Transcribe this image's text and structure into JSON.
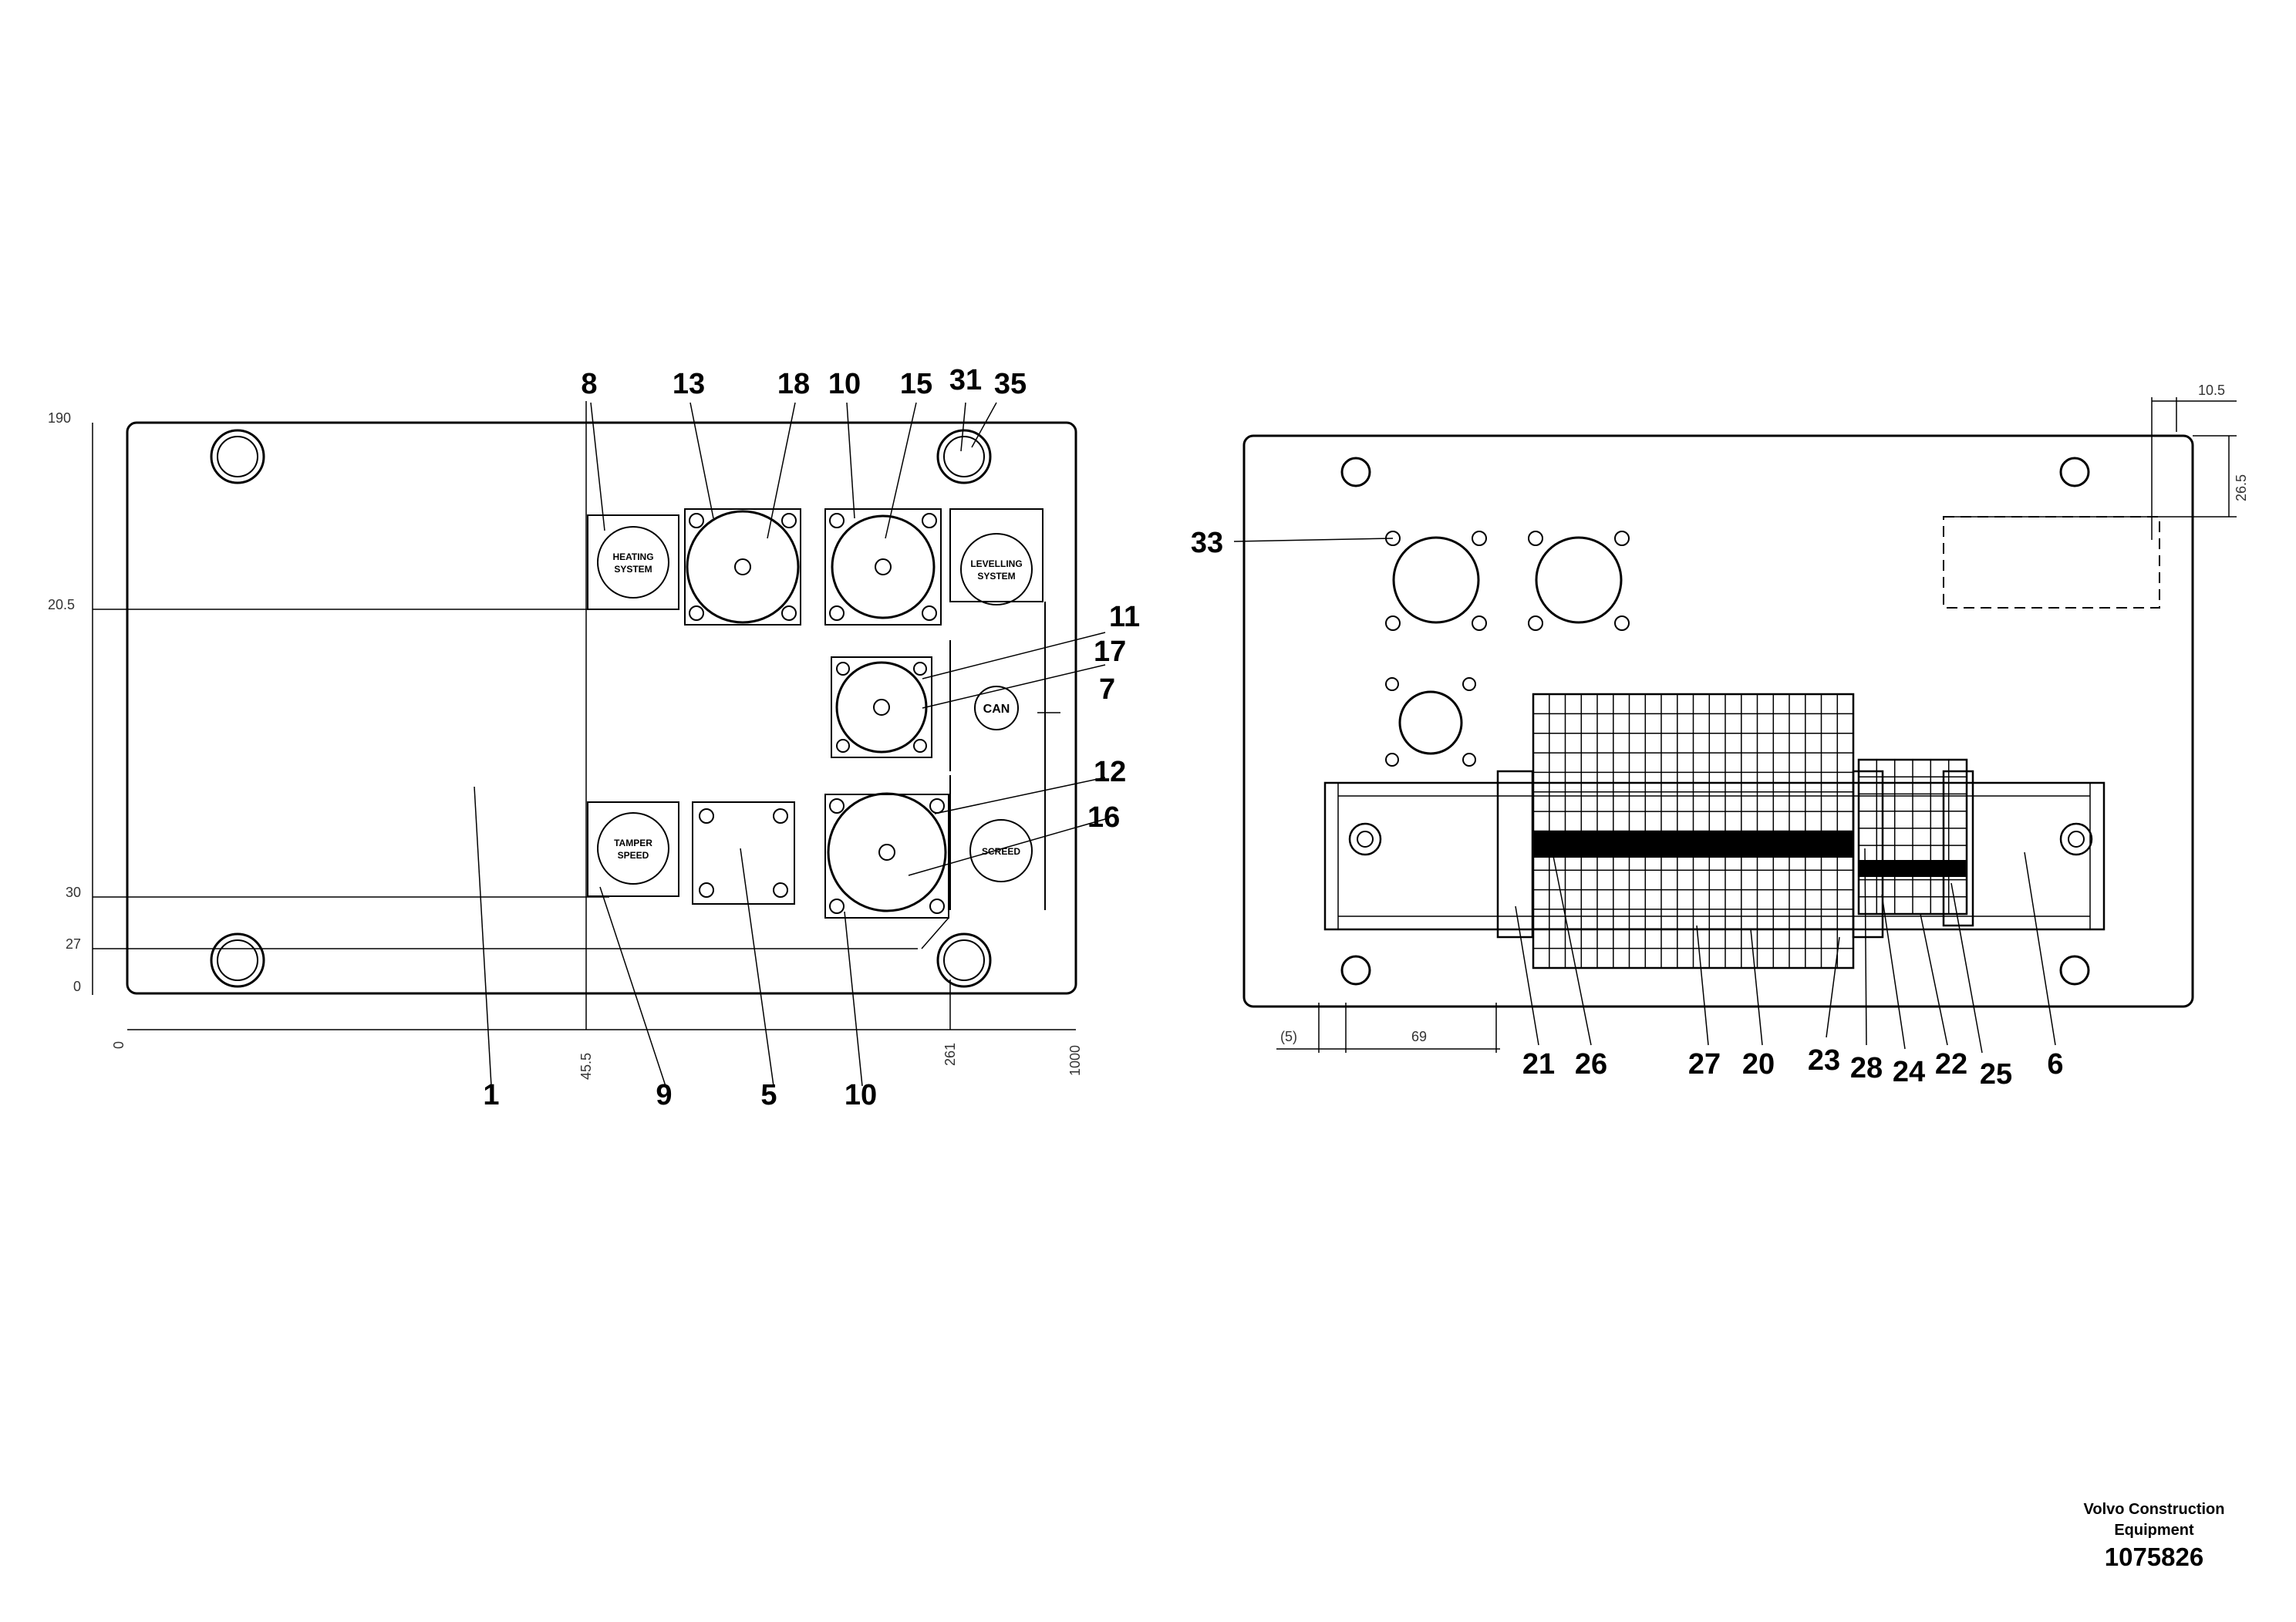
{
  "left_view": {
    "callouts_top": [
      "8",
      "13",
      "18",
      "10",
      "15",
      "31",
      "35"
    ],
    "callouts_right": [
      "11",
      "17",
      "7",
      "12",
      "16"
    ],
    "callouts_bottom": [
      "1",
      "9",
      "5",
      "10"
    ],
    "labels": {
      "heating": [
        "HEATING",
        "SYSTEM"
      ],
      "levelling": [
        "LEVELLING",
        "SYSTEM"
      ],
      "can": "CAN",
      "tamper": [
        "TAMPER",
        "SPEED"
      ],
      "screed": "SCREED"
    },
    "dims_left": [
      "190",
      "20.5",
      "30",
      "27",
      "0"
    ],
    "dims_bottom": [
      "0",
      "45.5",
      "261",
      "1000"
    ]
  },
  "right_view": {
    "callout_left": "33",
    "callouts_bottom": [
      "21",
      "26",
      "27",
      "20",
      "23",
      "28",
      "24",
      "22",
      "25",
      "6"
    ],
    "dims_top": [
      "10.5",
      "26.5"
    ],
    "dims_bottom": [
      "(5)",
      "69"
    ]
  },
  "footer": {
    "brand_line1": "Volvo Construction",
    "brand_line2": "Equipment",
    "part_number": "1075826"
  }
}
